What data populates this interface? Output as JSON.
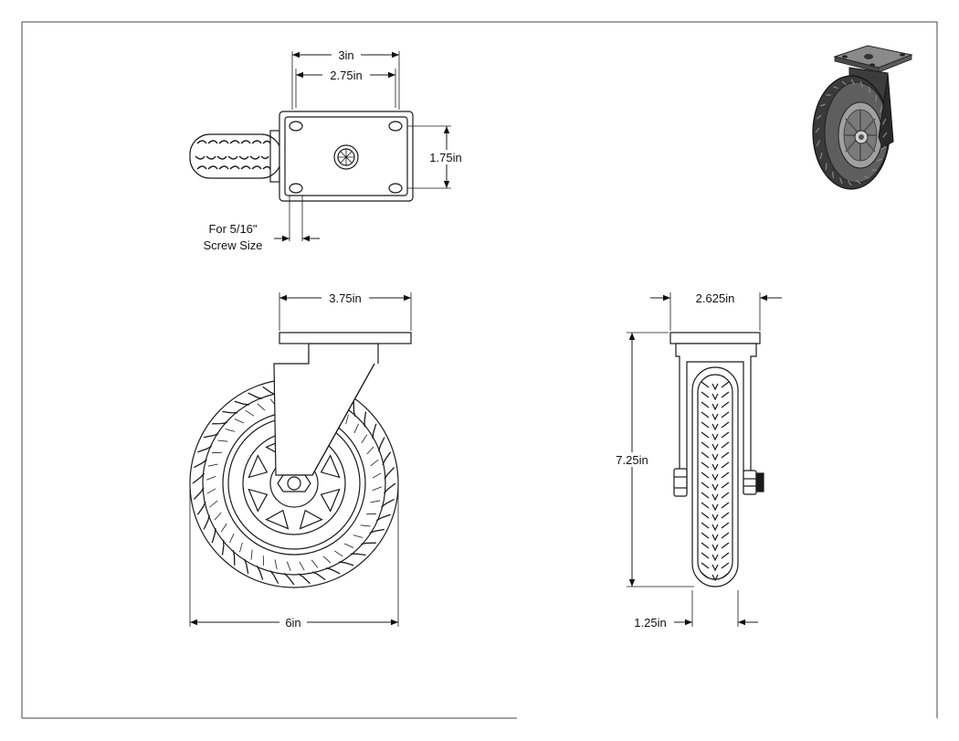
{
  "drawing": {
    "top_view": {
      "width_outer": "3in",
      "width_inner": "2.75in",
      "height": "1.75in",
      "screw_note_line1": "For 5/16\"",
      "screw_note_line2": "Screw Size"
    },
    "front_view": {
      "plate_width": "3.75in",
      "wheel_diameter": "6in"
    },
    "side_view": {
      "top_width": "2.625in",
      "overall_height": "7.25in",
      "wheel_width": "1.25in"
    }
  },
  "colors": {
    "line": "#1a1a1a",
    "iso_dark": "#3a3a3a",
    "iso_mid": "#6e6e6e",
    "iso_light": "#a8a8a8"
  }
}
